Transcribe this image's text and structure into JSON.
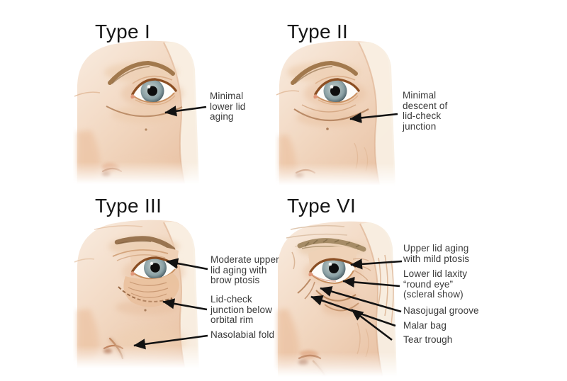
{
  "panels": [
    {
      "id": "type-i",
      "title": "Type I",
      "labels": [
        {
          "name": "minimal-lower-lid-aging",
          "lines": [
            "Minimal",
            "lower lid",
            "aging"
          ]
        }
      ]
    },
    {
      "id": "type-ii",
      "title": "Type II",
      "labels": [
        {
          "name": "minimal-descent-of-lid-check-junction",
          "lines": [
            "Minimal",
            "descent of",
            "lid-check",
            "junction"
          ]
        }
      ]
    },
    {
      "id": "type-iii",
      "title": "Type III",
      "labels": [
        {
          "name": "moderate-upper-lid-aging-with-brow-ptosis",
          "lines": [
            "Moderate upper",
            "lid aging with",
            "brow ptosis"
          ]
        },
        {
          "name": "lid-check-junction-below-orbital-rim",
          "lines": [
            "Lid-check",
            "junction below",
            "orbital rim"
          ]
        },
        {
          "name": "nasolabial-fold",
          "lines": [
            "Nasolabial fold"
          ]
        }
      ]
    },
    {
      "id": "type-vi",
      "title": "Type VI",
      "labels": [
        {
          "name": "upper-lid-aging-with-mild-ptosis",
          "lines": [
            "Upper lid aging",
            "with mild ptosis"
          ]
        },
        {
          "name": "lower-lid-laxity-round-eye-scleral-show",
          "lines": [
            "Lower lid laxity",
            "“round eye”",
            "(scleral show)"
          ]
        },
        {
          "name": "nasojugal-groove",
          "lines": [
            "Nasojugal groove"
          ]
        },
        {
          "name": "malar-bag",
          "lines": [
            "Malar bag"
          ]
        },
        {
          "name": "tear-trough",
          "lines": [
            "Tear trough"
          ]
        }
      ]
    }
  ],
  "colors": {
    "background": "#ffffff",
    "title_text": "#161616",
    "label_text": "#3a3a3a",
    "arrow": "#121212",
    "skin_light": "#f8ead9",
    "skin_mid": "#efd2ba",
    "skin_shadow": "#e4b795",
    "iris": "#93a5a8",
    "pupil": "#0e0e0e",
    "eyebrow_young": "#a2794d",
    "eyebrow_aged": "#a68c66"
  }
}
